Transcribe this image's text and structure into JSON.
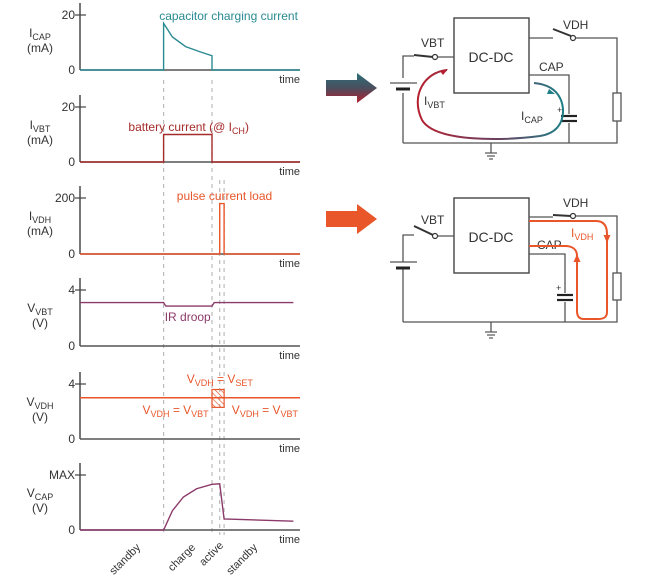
{
  "colors": {
    "teal": "#2a8a92",
    "darkred": "#a52a2a",
    "orange": "#e8562a",
    "purple": "#8c3a6a",
    "axis": "#555555",
    "wire": "#555555"
  },
  "chart_data": [
    {
      "type": "line",
      "id": "icap",
      "ylabel_main": "I",
      "ylabel_sub": "CAP",
      "ylabel_unit": "(mA)",
      "xlabel": "time",
      "yticks": [
        {
          "value": 0,
          "label": "0"
        },
        {
          "value": 20,
          "label": "20"
        }
      ],
      "ylim": [
        0,
        20
      ],
      "annotation": "capacitor charging current",
      "series": [
        {
          "name": "capacitor charging current",
          "color": "teal",
          "points": [
            [
              0,
              0
            ],
            [
              0.38,
              0
            ],
            [
              0.38,
              17
            ],
            [
              0.42,
              12
            ],
            [
              0.48,
              8.5
            ],
            [
              0.55,
              6.5
            ],
            [
              0.6,
              5.2
            ],
            [
              0.6,
              0
            ],
            [
              1,
              0
            ]
          ]
        }
      ]
    },
    {
      "type": "line",
      "id": "ivbt",
      "ylabel_main": "I",
      "ylabel_sub": "VBT",
      "ylabel_unit": "(mA)",
      "xlabel": "time",
      "yticks": [
        {
          "value": 0,
          "label": "0"
        },
        {
          "value": 20,
          "label": "20"
        }
      ],
      "ylim": [
        0,
        20
      ],
      "annotation_main": "battery current (@ I",
      "annotation_sub": "CH",
      "annotation_end": ")",
      "series": [
        {
          "name": "battery current",
          "color": "darkred",
          "points": [
            [
              0,
              0
            ],
            [
              0.38,
              0
            ],
            [
              0.38,
              10
            ],
            [
              0.6,
              10
            ],
            [
              0.6,
              0
            ],
            [
              1,
              0
            ]
          ]
        }
      ]
    },
    {
      "type": "line",
      "id": "ivdh",
      "ylabel_main": "I",
      "ylabel_sub": "VDH",
      "ylabel_unit": "(mA)",
      "xlabel": "time",
      "yticks": [
        {
          "value": 0,
          "label": "0"
        },
        {
          "value": 200,
          "label": "200"
        }
      ],
      "ylim": [
        0,
        200
      ],
      "annotation": "pulse current load",
      "series": [
        {
          "name": "pulse current load",
          "color": "orange",
          "points": [
            [
              0,
              0
            ],
            [
              0.635,
              0
            ],
            [
              0.635,
              180
            ],
            [
              0.655,
              180
            ],
            [
              0.655,
              0
            ],
            [
              1,
              0
            ]
          ]
        }
      ]
    },
    {
      "type": "line",
      "id": "vvbt",
      "ylabel_main": "V",
      "ylabel_sub": "VBT",
      "ylabel_unit": "(V)",
      "xlabel": "time",
      "yticks": [
        {
          "value": 0,
          "label": "0"
        },
        {
          "value": 4,
          "label": "4"
        }
      ],
      "ylim": [
        0,
        4
      ],
      "annotation": "IR droop",
      "series": [
        {
          "name": "VBT voltage",
          "color": "purple",
          "points": [
            [
              0,
              3.1
            ],
            [
              0.38,
              3.1
            ],
            [
              0.39,
              2.85
            ],
            [
              0.6,
              2.85
            ],
            [
              0.61,
              3.1
            ],
            [
              0.97,
              3.1
            ]
          ]
        }
      ]
    },
    {
      "type": "line",
      "id": "vvdh",
      "ylabel_main": "V",
      "ylabel_sub": "VDH",
      "ylabel_unit": "(V)",
      "xlabel": "time",
      "yticks": [
        {
          "value": 0,
          "label": "0"
        },
        {
          "value": 4,
          "label": "4"
        }
      ],
      "ylim": [
        0,
        4
      ],
      "annotations": {
        "set": {
          "main": "V",
          "sub": "VDH",
          "mid": " = V",
          "sub2": "SET"
        },
        "left": {
          "main": "V",
          "sub": "VDH",
          "mid": " = V",
          "sub2": "VBT"
        },
        "right": {
          "main": "V",
          "sub": "VDH",
          "mid": " = V",
          "sub2": "VBT"
        }
      },
      "hatched_region": {
        "x": [
          0.6,
          0.655
        ],
        "y": [
          2.3,
          3.6
        ]
      },
      "series": [
        {
          "name": "VDH voltage",
          "color": "orange",
          "points": [
            [
              0,
              3
            ],
            [
              1,
              3
            ]
          ]
        }
      ]
    },
    {
      "type": "line",
      "id": "vcap",
      "ylabel_main": "V",
      "ylabel_sub": "CAP",
      "ylabel_unit": "(V)",
      "xlabel": "time",
      "yticks": [
        {
          "value": 0,
          "label": "0"
        },
        {
          "value": 1,
          "label": "MAX"
        }
      ],
      "ylim": [
        0,
        1
      ],
      "phases": [
        "standby",
        "charge",
        "active",
        "standby"
      ],
      "series": [
        {
          "name": "capacitor voltage",
          "color": "purple",
          "points": [
            [
              0,
              0
            ],
            [
              0.38,
              0
            ],
            [
              0.42,
              0.35
            ],
            [
              0.47,
              0.6
            ],
            [
              0.53,
              0.75
            ],
            [
              0.6,
              0.83
            ],
            [
              0.635,
              0.84
            ],
            [
              0.655,
              0.2
            ],
            [
              0.97,
              0.16
            ]
          ]
        }
      ]
    }
  ],
  "dividers": [
    0.38,
    0.6,
    0.635,
    0.655
  ],
  "circuit_top": {
    "arrow": "gradient-arrow",
    "block": "DC-DC",
    "labels": {
      "vbt": "VBT",
      "vdh": "VDH",
      "cap": "CAP"
    },
    "current_labels": [
      {
        "main": "I",
        "sub": "VBT"
      },
      {
        "main": "I",
        "sub": "CAP"
      }
    ]
  },
  "circuit_bottom": {
    "arrow": "orange-arrow",
    "block": "DC-DC",
    "labels": {
      "vbt": "VBT",
      "vdh": "VDH",
      "cap": "CAP"
    },
    "current_labels": [
      {
        "main": "I",
        "sub": "VDH"
      }
    ]
  }
}
